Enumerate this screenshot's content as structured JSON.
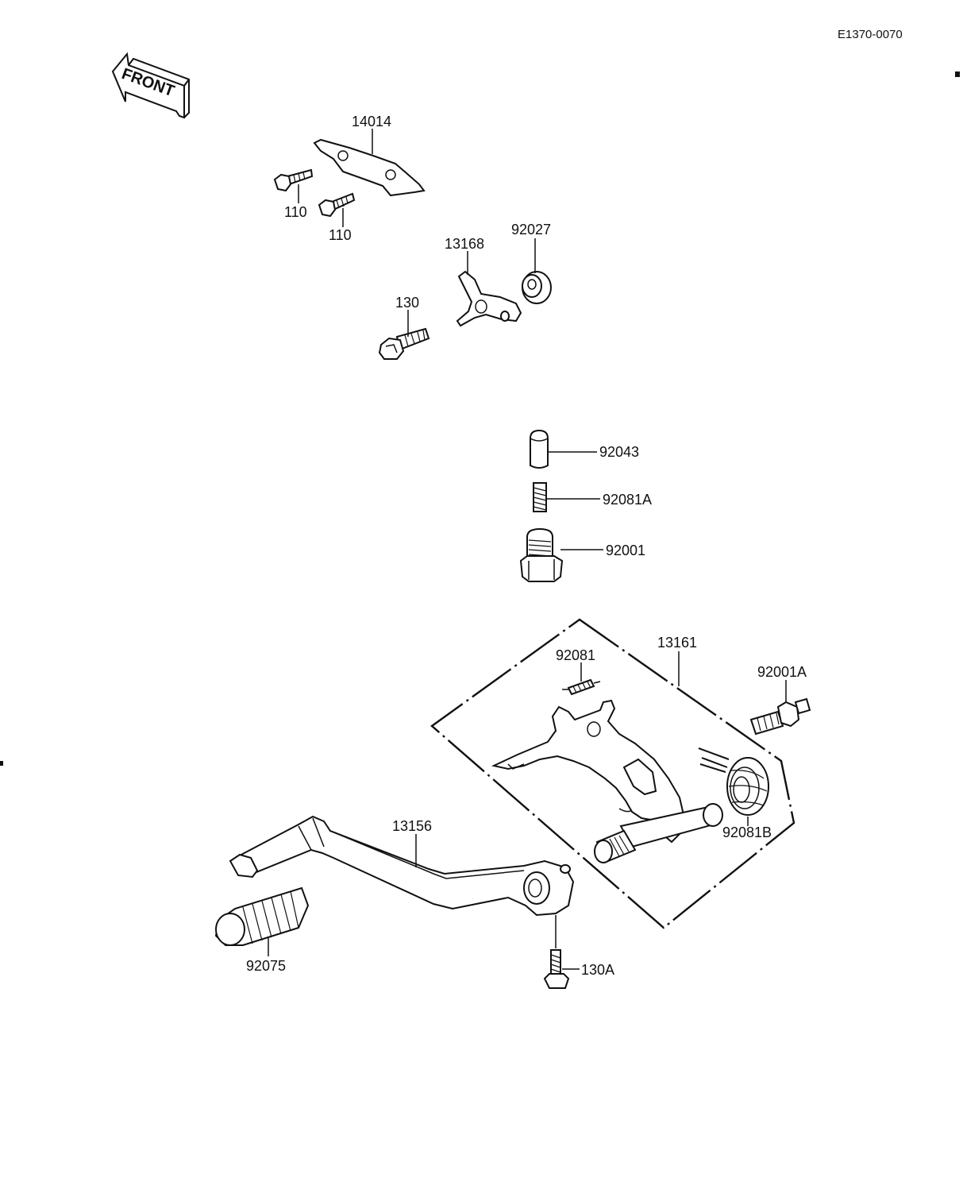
{
  "document": {
    "id": "E1370-0070",
    "direction_marker": "FRONT"
  },
  "callouts": {
    "p14014": "14014",
    "p110_a": "110",
    "p110_b": "110",
    "p13168": "13168",
    "p92027": "92027",
    "p130": "130",
    "p92043": "92043",
    "p92081A": "92081A",
    "p92001": "92001",
    "p13161": "13161",
    "p92081": "92081",
    "p92001A": "92001A",
    "p92081B": "92081B",
    "p13156": "13156",
    "p92075": "92075",
    "p130A": "130A"
  }
}
